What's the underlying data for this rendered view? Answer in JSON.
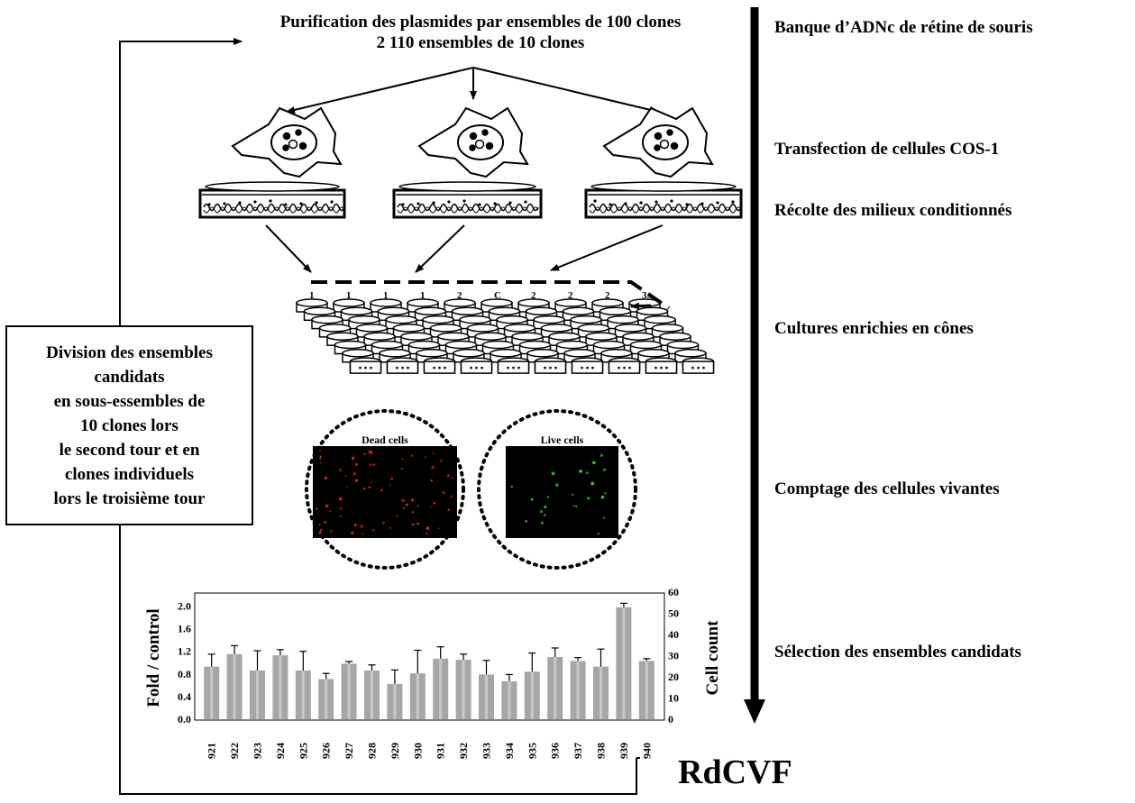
{
  "header": {
    "line1": "Purification des plasmides par ensembles de 100 clones",
    "line2": "2 110 ensembles de 10  clones"
  },
  "steps": [
    "Banque d’ADNc de rétine de souris",
    "Transfection de cellules COS-1",
    "Récolte des milieux conditionnés",
    "Cultures enrichies en cônes",
    "Comptage des cellules vivantes",
    "Sélection des ensembles candidats"
  ],
  "side_box": {
    "lines": [
      "Division des ensembles",
      "candidats",
      "en sous-essembles de",
      "10 clones lors",
      "le second tour et en",
      "clones individuels",
      "lors le troisième tour"
    ]
  },
  "plate_labels": [
    "1",
    "1",
    "1",
    "1",
    "2",
    "C",
    "2",
    "2",
    "2",
    "3..."
  ],
  "micrographs": {
    "dead_label": "Dead cells",
    "live_label": "Live cells",
    "dead_color": "#e8281e",
    "live_color": "#2fd02f"
  },
  "result_label": "RdCVF",
  "colors": {
    "bar_fill": "#a6a6a6",
    "bar_stripe": "#c8c8c8",
    "ink": "#000000"
  },
  "chart_data": {
    "type": "bar",
    "categories": [
      "921",
      "922",
      "923",
      "924",
      "925",
      "926",
      "927",
      "928",
      "929",
      "930",
      "931",
      "932",
      "933",
      "934",
      "935",
      "936",
      "937",
      "938",
      "939",
      "940"
    ],
    "values": [
      0.93,
      1.15,
      0.86,
      1.13,
      0.86,
      0.71,
      0.98,
      0.86,
      0.62,
      0.81,
      1.07,
      1.05,
      0.79,
      0.67,
      0.84,
      1.1,
      1.03,
      0.93,
      1.98,
      1.03
    ],
    "errors": [
      0.22,
      0.15,
      0.35,
      0.1,
      0.34,
      0.1,
      0.04,
      0.1,
      0.25,
      0.41,
      0.21,
      0.1,
      0.25,
      0.12,
      0.33,
      0.16,
      0.06,
      0.31,
      0.07,
      0.04
    ],
    "ylabel": "Fold / control",
    "y2label": "Cell count",
    "ylim": [
      0,
      2.2
    ],
    "yticks": [
      "0.0",
      "0.4",
      "0.8",
      "1.2",
      "1.6",
      "2.0"
    ],
    "y2lim": [
      0,
      60
    ],
    "y2ticks": [
      "0",
      "10",
      "20",
      "30",
      "40",
      "50",
      "60"
    ],
    "grid": false
  }
}
